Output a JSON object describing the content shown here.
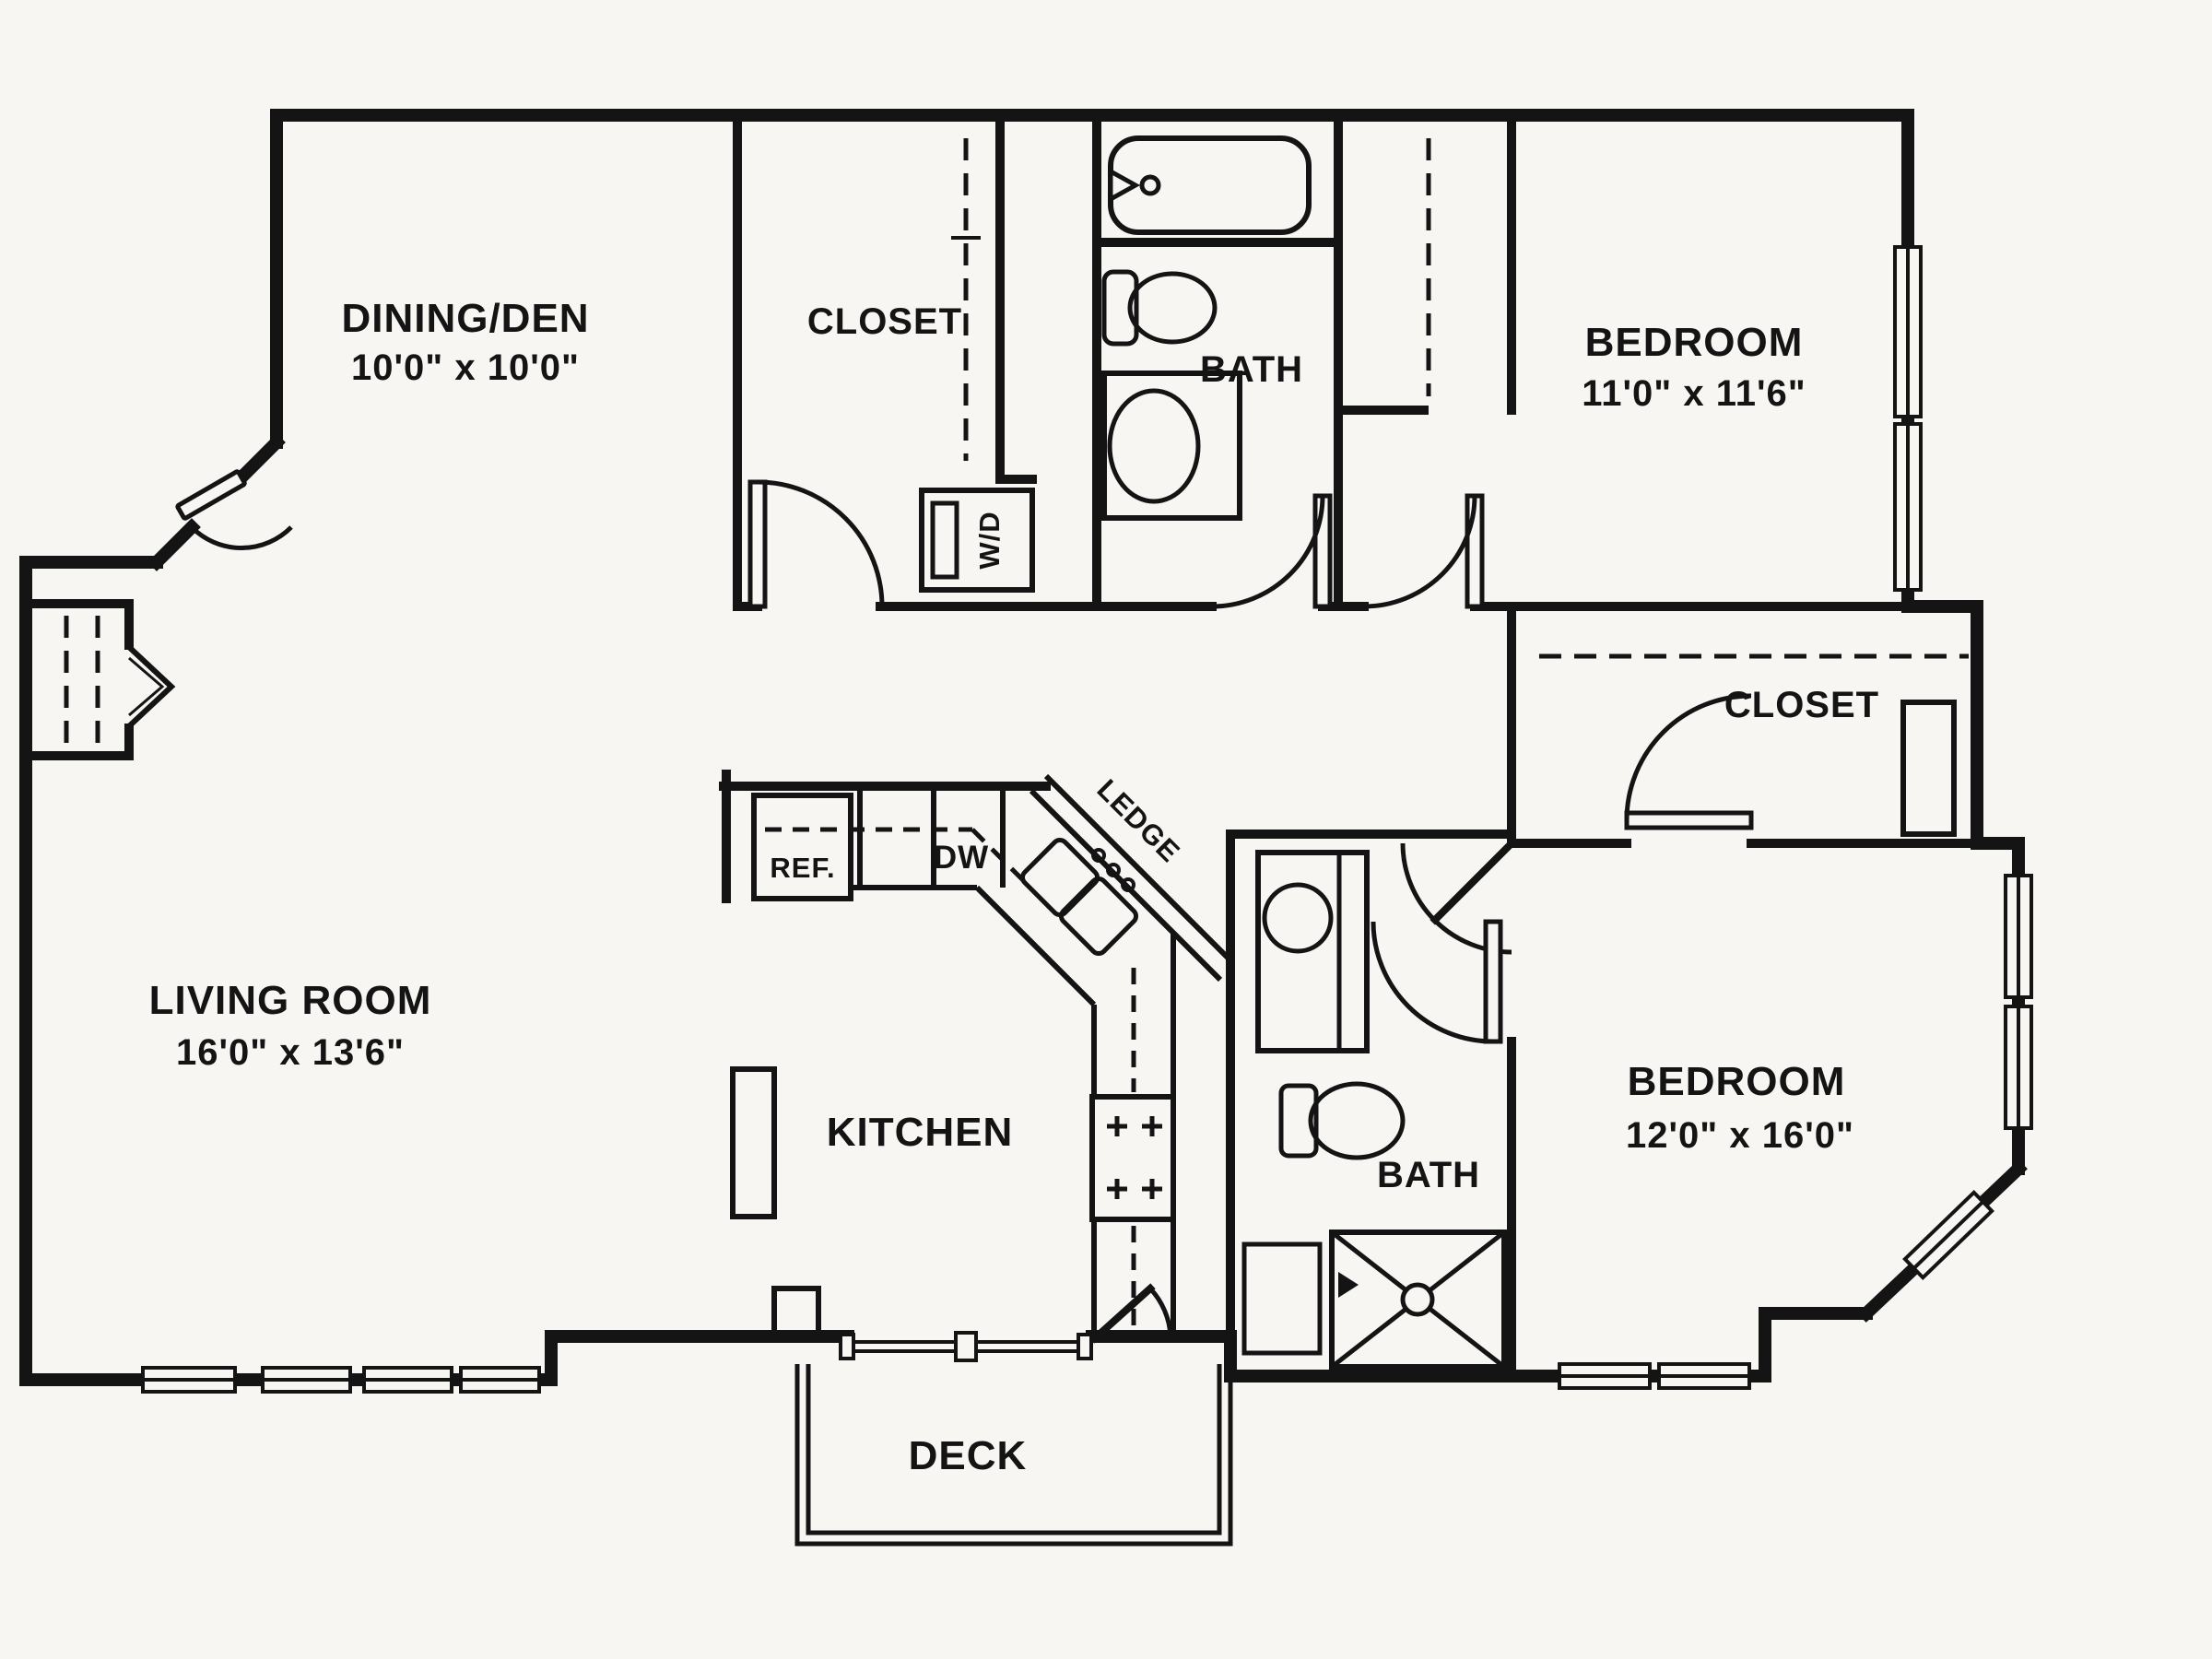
{
  "title": "Apartment floor plan",
  "colors": {
    "background": "#f7f6f3",
    "line": "#141414"
  },
  "rooms": {
    "dining": {
      "name": "DINING/DEN",
      "dims": "10'0\" x 10'0\""
    },
    "walk_in_closet": {
      "name": "CLOSET"
    },
    "bath_top": {
      "name": "BATH"
    },
    "bedroom_top": {
      "name": "BEDROOM",
      "dims": "11'0\" x 11'6\""
    },
    "closet_right": {
      "name": "CLOSET"
    },
    "living": {
      "name": "LIVING ROOM",
      "dims": "16'0\" x 13'6\""
    },
    "kitchen": {
      "name": "KITCHEN"
    },
    "bath_lower": {
      "name": "BATH"
    },
    "bedroom_lower": {
      "name": "BEDROOM",
      "dims": "12'0\" x 16'0\""
    },
    "deck": {
      "name": "DECK"
    }
  },
  "fixtures": {
    "refrigerator": "REF.",
    "dishwasher": "DW",
    "ledge": "LEDGE",
    "washer_dryer": "W/D"
  }
}
